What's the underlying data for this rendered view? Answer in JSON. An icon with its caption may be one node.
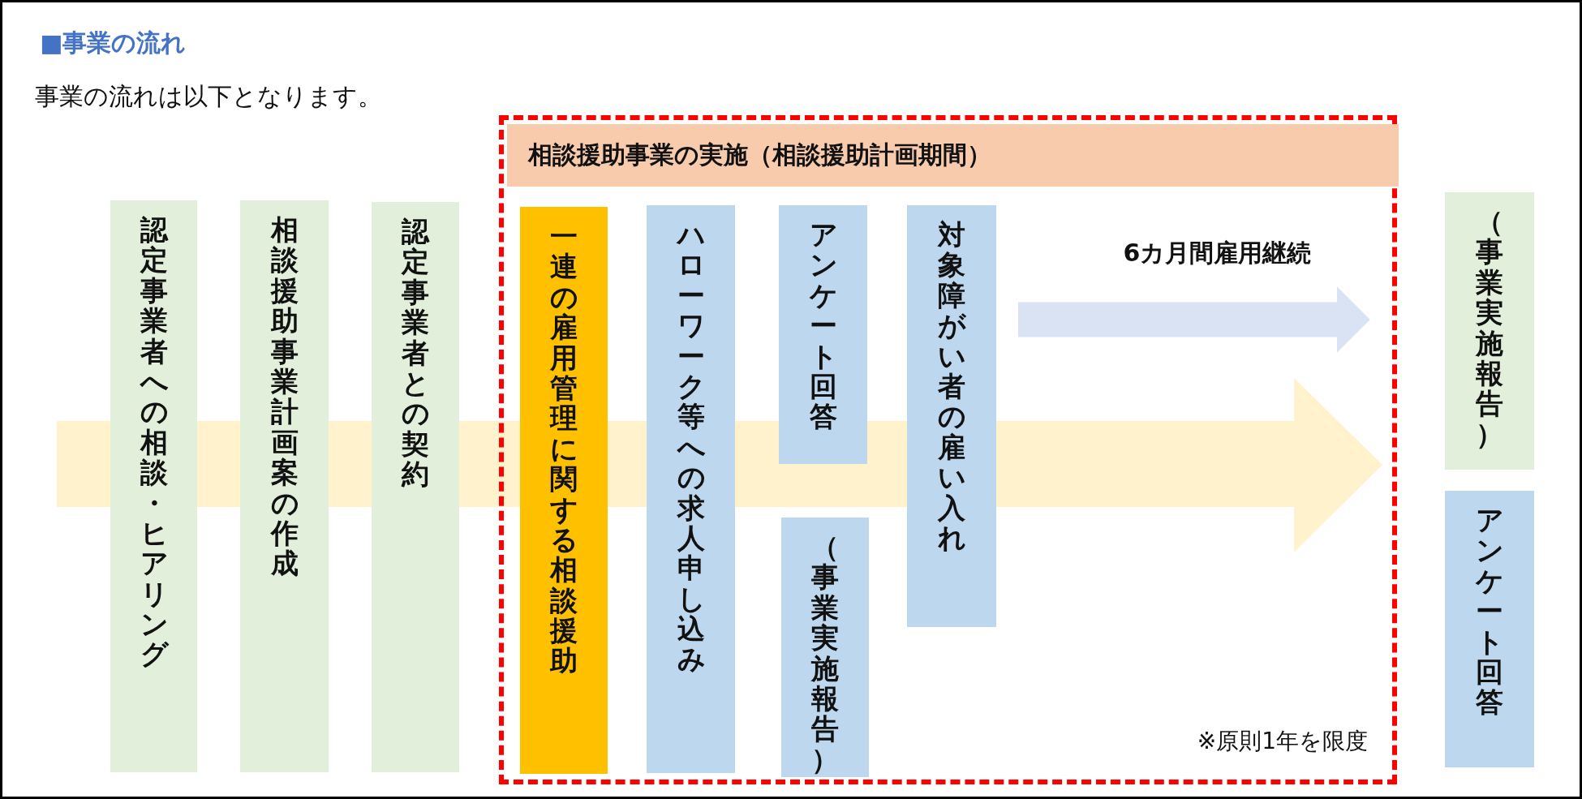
{
  "diagram": {
    "title": "■事業の流れ",
    "nodes": [
      {
        "text": [
          "認定事業者への相談・ヒアリング"
        ]
      },
      {
        "text": [
          "相談援助事業計画案の作成"
        ]
      },
      {
        "text": [
          "認定事業者との契約"
        ]
      },
      {
        "text": [
          "※原則1年を限度"
        ]
      },
      {
        "text": [
          "相談援助事業の実施（相談援助計画期間）"
        ],
        "in": 3
      },
      {
        "text": [
          "一連の雇用管理に関する相談援助"
        ],
        "in": 3
      },
      {
        "text": [
          "ハローワーク等への求人申し込み"
        ],
        "in": 3
      },
      {
        "text": [
          "アンケート回答"
        ],
        "in": 3
      },
      {
        "text": [
          "（事業実施報告）"
        ],
        "in": 3
      },
      {
        "text": [
          "対象障がい者の雇い入れ"
        ],
        "in": 3
      },
      {
        "text": [
          "（事業実施報告）"
        ]
      },
      {
        "text": [
          "アンケート回答"
        ]
      }
    ],
    "edges": [
      {
        "from": 9,
        "to": 10,
        "arrow": "to",
        "label": "6カ月間雇用継続",
        "color": "#dae3f3"
      }
    ],
    "labels": [
      "事業の流れは以下となります。"
    ]
  }
}
